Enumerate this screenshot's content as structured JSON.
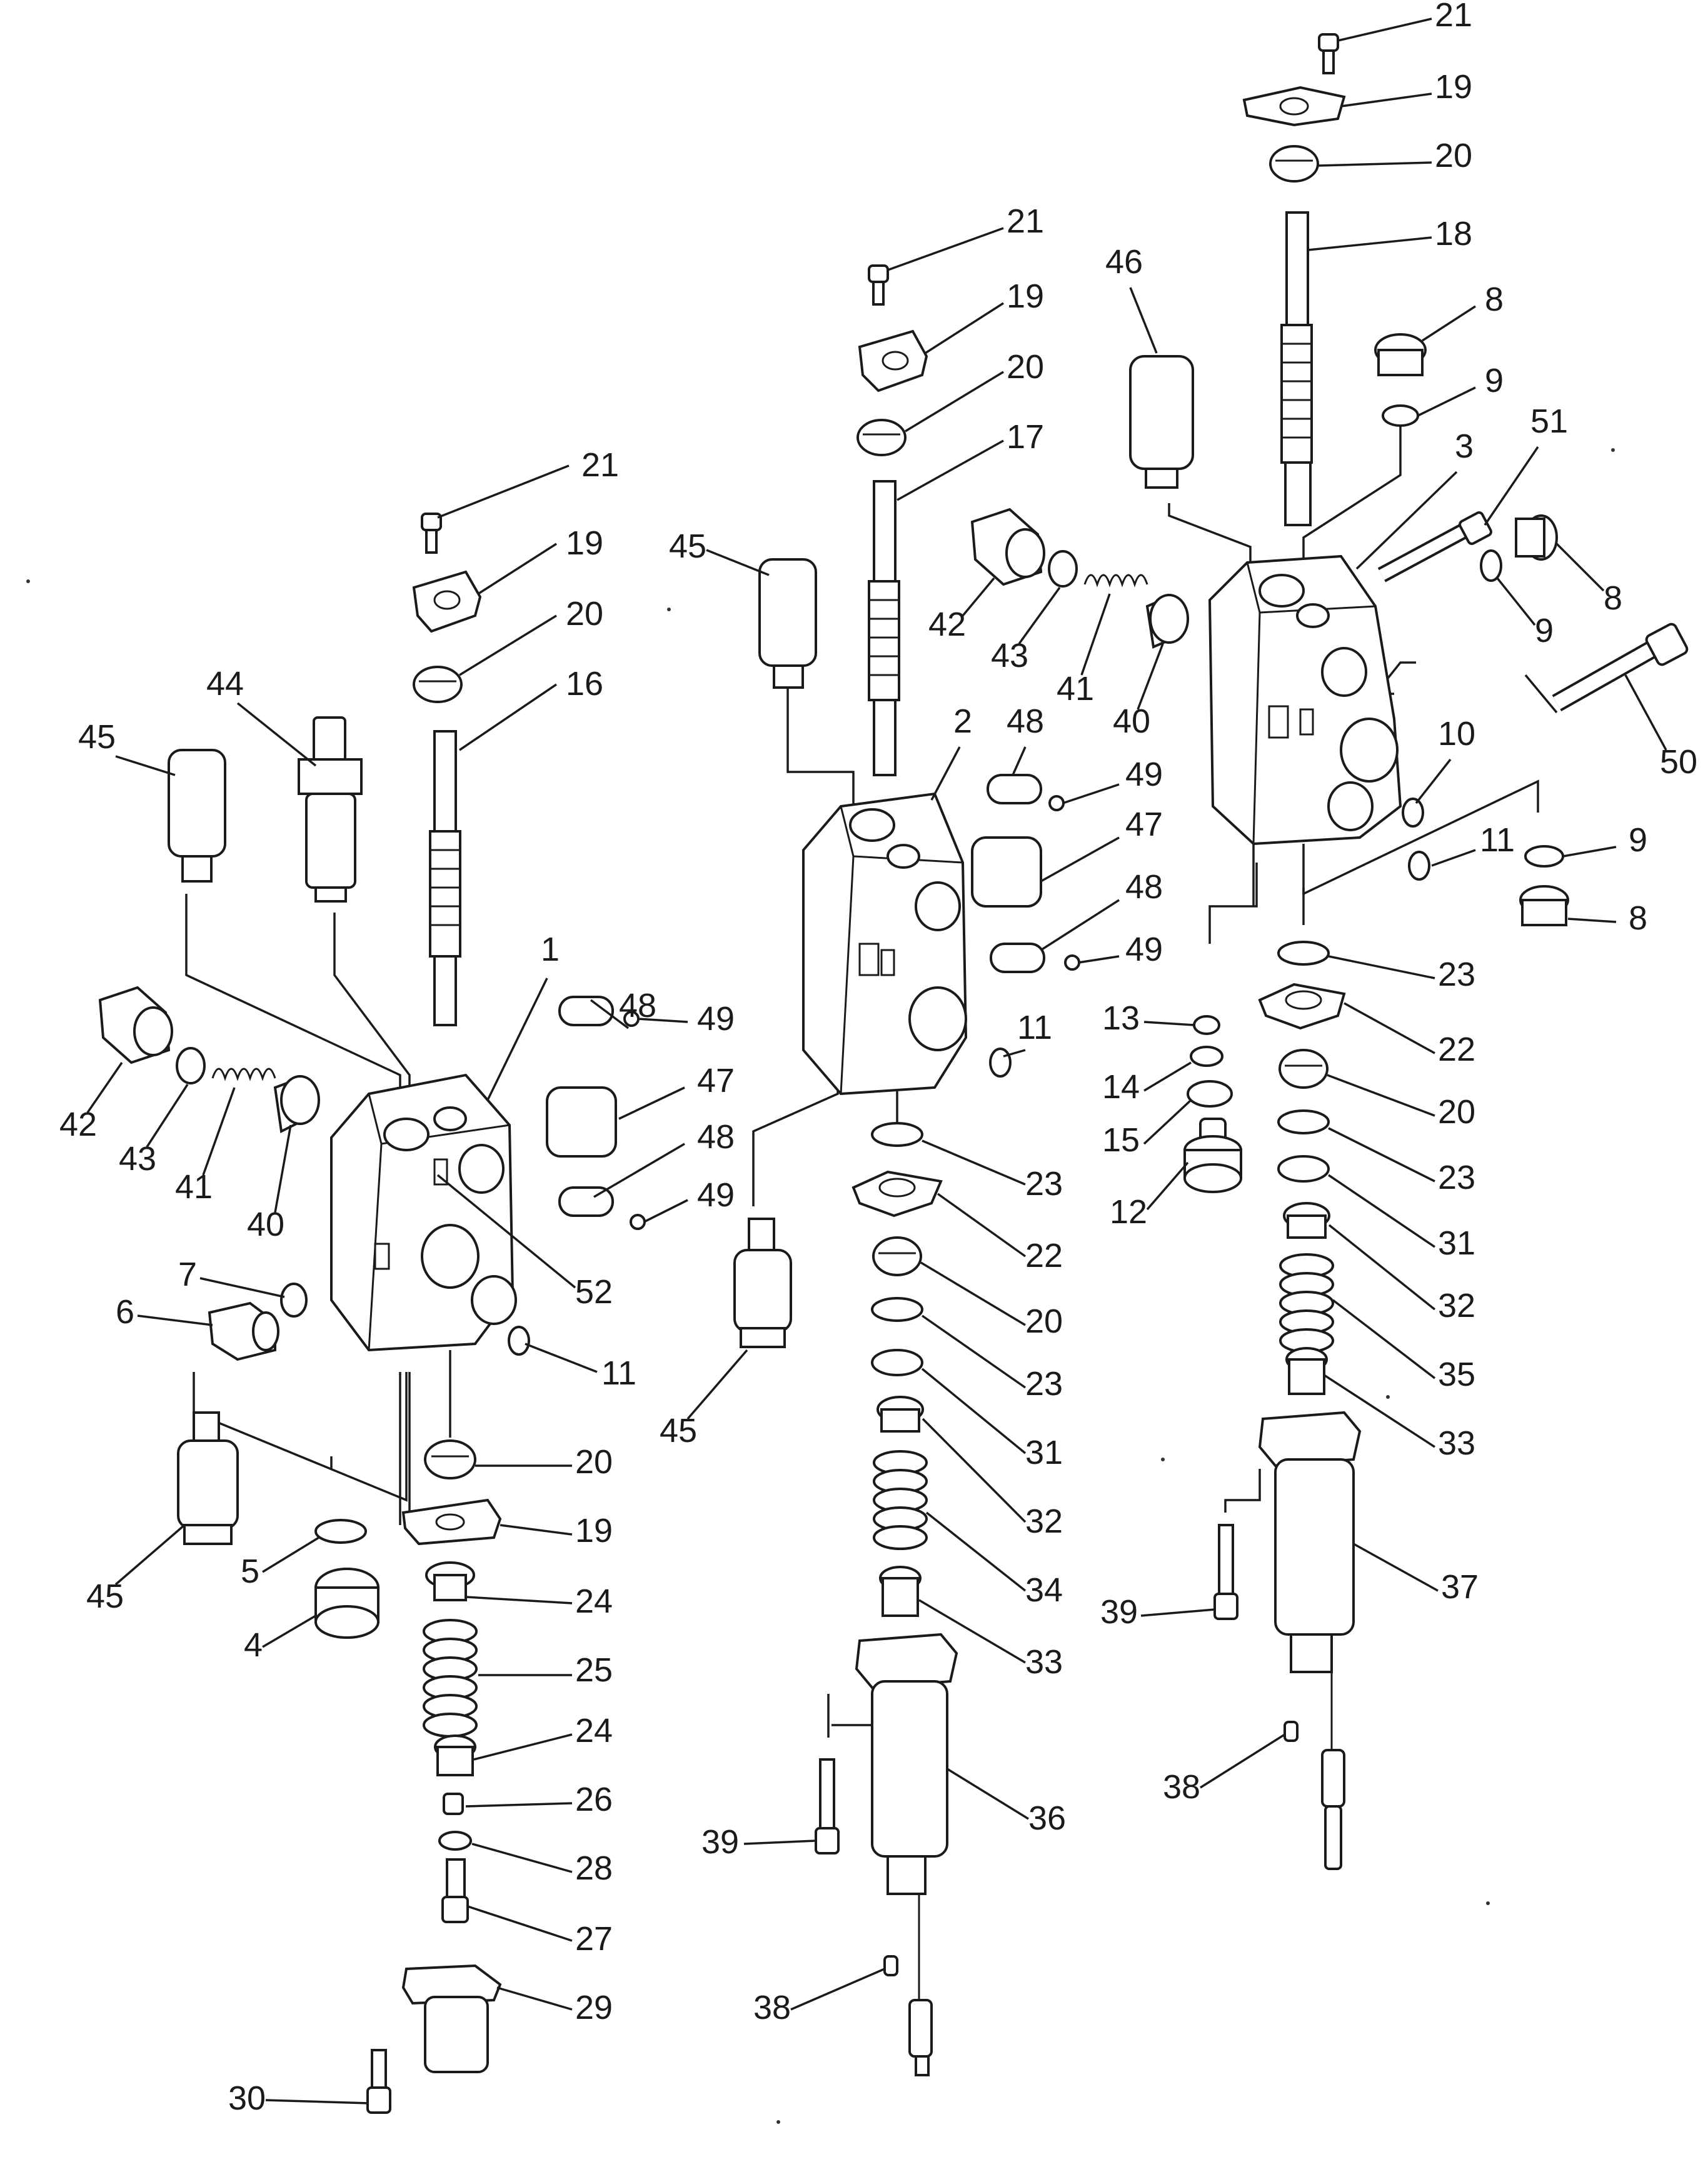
{
  "diagram": {
    "callouts": [
      {
        "id": "c-l-21",
        "text": "21"
      },
      {
        "id": "c-l-19a",
        "text": "19"
      },
      {
        "id": "c-l-20a",
        "text": "20"
      },
      {
        "id": "c-l-16",
        "text": "16"
      },
      {
        "id": "c-l-44",
        "text": "44"
      },
      {
        "id": "c-l-45a",
        "text": "45"
      },
      {
        "id": "c-l-42",
        "text": "42"
      },
      {
        "id": "c-l-43",
        "text": "43"
      },
      {
        "id": "c-l-41",
        "text": "41"
      },
      {
        "id": "c-l-40",
        "text": "40"
      },
      {
        "id": "c-l-1",
        "text": "1"
      },
      {
        "id": "c-l-48a",
        "text": "48"
      },
      {
        "id": "c-l-49a",
        "text": "49"
      },
      {
        "id": "c-l-47",
        "text": "47"
      },
      {
        "id": "c-l-48b",
        "text": "48"
      },
      {
        "id": "c-l-49b",
        "text": "49"
      },
      {
        "id": "c-l-52",
        "text": "52"
      },
      {
        "id": "c-l-7",
        "text": "7"
      },
      {
        "id": "c-l-6",
        "text": "6"
      },
      {
        "id": "c-l-11",
        "text": "11"
      },
      {
        "id": "c-l-45b",
        "text": "45"
      },
      {
        "id": "c-l-5",
        "text": "5"
      },
      {
        "id": "c-l-4",
        "text": "4"
      },
      {
        "id": "c-l-20b",
        "text": "20"
      },
      {
        "id": "c-l-19b",
        "text": "19"
      },
      {
        "id": "c-l-24a",
        "text": "24"
      },
      {
        "id": "c-l-25",
        "text": "25"
      },
      {
        "id": "c-l-24b",
        "text": "24"
      },
      {
        "id": "c-l-26",
        "text": "26"
      },
      {
        "id": "c-l-28",
        "text": "28"
      },
      {
        "id": "c-l-27",
        "text": "27"
      },
      {
        "id": "c-l-29",
        "text": "29"
      },
      {
        "id": "c-l-30",
        "text": "30"
      },
      {
        "id": "c-m-21",
        "text": "21"
      },
      {
        "id": "c-m-19",
        "text": "19"
      },
      {
        "id": "c-m-20a",
        "text": "20"
      },
      {
        "id": "c-m-17",
        "text": "17"
      },
      {
        "id": "c-m-45a",
        "text": "45"
      },
      {
        "id": "c-m-42",
        "text": "42"
      },
      {
        "id": "c-m-43",
        "text": "43"
      },
      {
        "id": "c-m-41",
        "text": "41"
      },
      {
        "id": "c-m-40",
        "text": "40"
      },
      {
        "id": "c-m-2",
        "text": "2"
      },
      {
        "id": "c-m-48a",
        "text": "48"
      },
      {
        "id": "c-m-49a",
        "text": "49"
      },
      {
        "id": "c-m-47",
        "text": "47"
      },
      {
        "id": "c-m-48b",
        "text": "48"
      },
      {
        "id": "c-m-49b",
        "text": "49"
      },
      {
        "id": "c-m-11",
        "text": "11"
      },
      {
        "id": "c-m-45b",
        "text": "45"
      },
      {
        "id": "c-m-23a",
        "text": "23"
      },
      {
        "id": "c-m-22",
        "text": "22"
      },
      {
        "id": "c-m-20b",
        "text": "20"
      },
      {
        "id": "c-m-23b",
        "text": "23"
      },
      {
        "id": "c-m-31",
        "text": "31"
      },
      {
        "id": "c-m-32",
        "text": "32"
      },
      {
        "id": "c-m-34",
        "text": "34"
      },
      {
        "id": "c-m-33",
        "text": "33"
      },
      {
        "id": "c-m-36",
        "text": "36"
      },
      {
        "id": "c-m-39",
        "text": "39"
      },
      {
        "id": "c-m-38",
        "text": "38"
      },
      {
        "id": "c-r-21",
        "text": "21"
      },
      {
        "id": "c-r-19",
        "text": "19"
      },
      {
        "id": "c-r-20a",
        "text": "20"
      },
      {
        "id": "c-r-18",
        "text": "18"
      },
      {
        "id": "c-r-46",
        "text": "46"
      },
      {
        "id": "c-r-8a",
        "text": "8"
      },
      {
        "id": "c-r-9a",
        "text": "9"
      },
      {
        "id": "c-r-3",
        "text": "3"
      },
      {
        "id": "c-r-51",
        "text": "51"
      },
      {
        "id": "c-r-8b",
        "text": "8"
      },
      {
        "id": "c-r-9b",
        "text": "9"
      },
      {
        "id": "c-r-50",
        "text": "50"
      },
      {
        "id": "c-r-10",
        "text": "10"
      },
      {
        "id": "c-r-11",
        "text": "11"
      },
      {
        "id": "c-r-9c",
        "text": "9"
      },
      {
        "id": "c-r-8c",
        "text": "8"
      },
      {
        "id": "c-r-23a",
        "text": "23"
      },
      {
        "id": "c-r-13",
        "text": "13"
      },
      {
        "id": "c-r-22",
        "text": "22"
      },
      {
        "id": "c-r-14",
        "text": "14"
      },
      {
        "id": "c-r-20b",
        "text": "20"
      },
      {
        "id": "c-r-15",
        "text": "15"
      },
      {
        "id": "c-r-23b",
        "text": "23"
      },
      {
        "id": "c-r-12",
        "text": "12"
      },
      {
        "id": "c-r-31",
        "text": "31"
      },
      {
        "id": "c-r-32",
        "text": "32"
      },
      {
        "id": "c-r-35",
        "text": "35"
      },
      {
        "id": "c-r-33",
        "text": "33"
      },
      {
        "id": "c-r-37",
        "text": "37"
      },
      {
        "id": "c-r-39",
        "text": "39"
      },
      {
        "id": "c-r-38",
        "text": "38"
      }
    ]
  }
}
